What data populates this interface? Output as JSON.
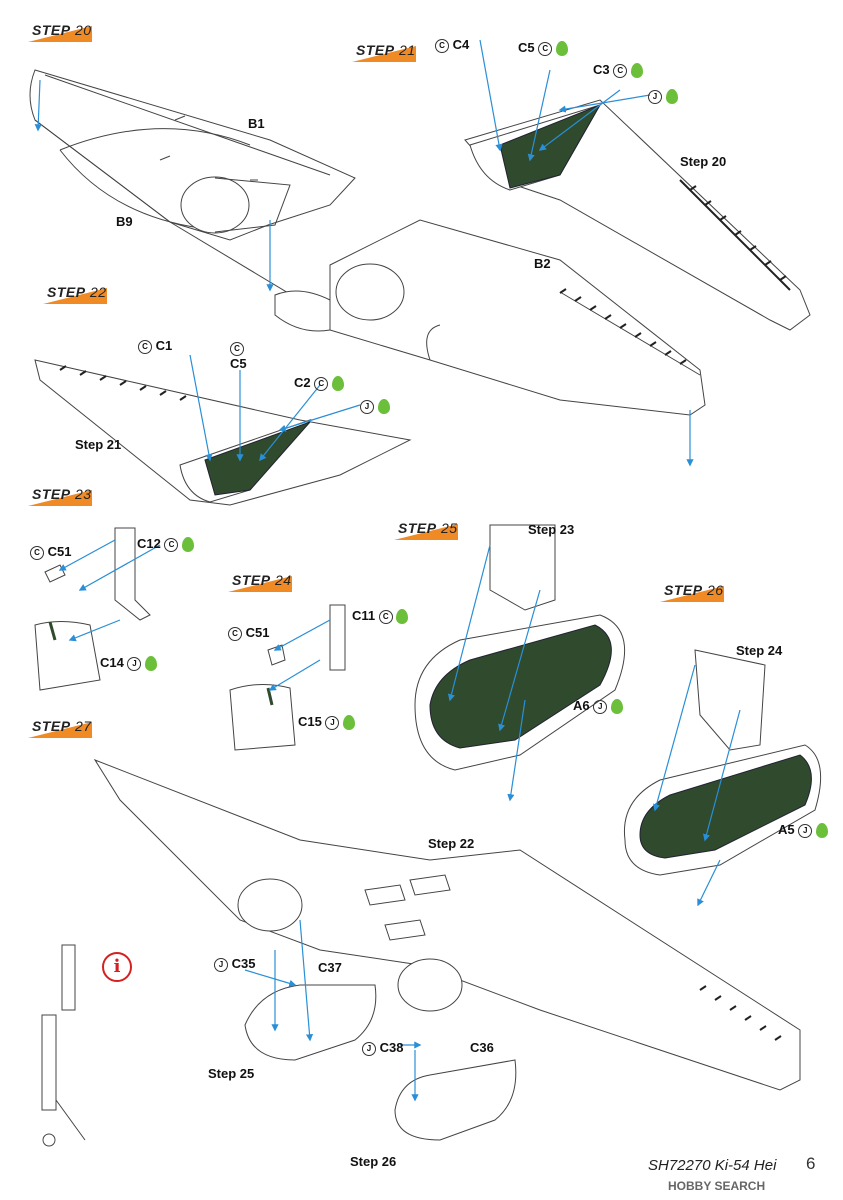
{
  "steps": {
    "s20": {
      "word": "STEP",
      "num": "20"
    },
    "s21": {
      "word": "STEP",
      "num": "21"
    },
    "s22": {
      "word": "STEP",
      "num": "22"
    },
    "s23": {
      "word": "STEP",
      "num": "23"
    },
    "s24": {
      "word": "STEP",
      "num": "24"
    },
    "s25": {
      "word": "STEP",
      "num": "25"
    },
    "s26": {
      "word": "STEP",
      "num": "26"
    },
    "s27": {
      "word": "STEP",
      "num": "27"
    }
  },
  "parts": {
    "b1": "B1",
    "b9": "B9",
    "b2": "B2",
    "c4": "C4",
    "c5a": "C5",
    "c3": "C3",
    "c1": "C1",
    "c5b": "C5",
    "c2": "C2",
    "c51a": "C51",
    "c12": "C12",
    "c14": "C14",
    "c51b": "C51",
    "c11": "C11",
    "c15": "C15",
    "a6": "A6",
    "a5": "A5",
    "c35": "C35",
    "c37": "C37",
    "c38": "C38",
    "c36": "C36"
  },
  "refs": {
    "r20": "Step 20",
    "r21": "Step 21",
    "r22": "Step 22",
    "r23": "Step 23",
    "r24": "Step 24",
    "r25": "Step 25",
    "r26": "Step 26"
  },
  "icons": {
    "c": "C",
    "j": "J",
    "info": "i"
  },
  "colors": {
    "interior_green": "#2f4a2c",
    "step_orange": "#f08a24",
    "arrow_blue": "#2a8fd6",
    "info_red": "#d42020"
  },
  "footer": {
    "title": "SH72270 Ki-54 Hei",
    "page": "6"
  },
  "watermark": "HOBBY SEARCH"
}
